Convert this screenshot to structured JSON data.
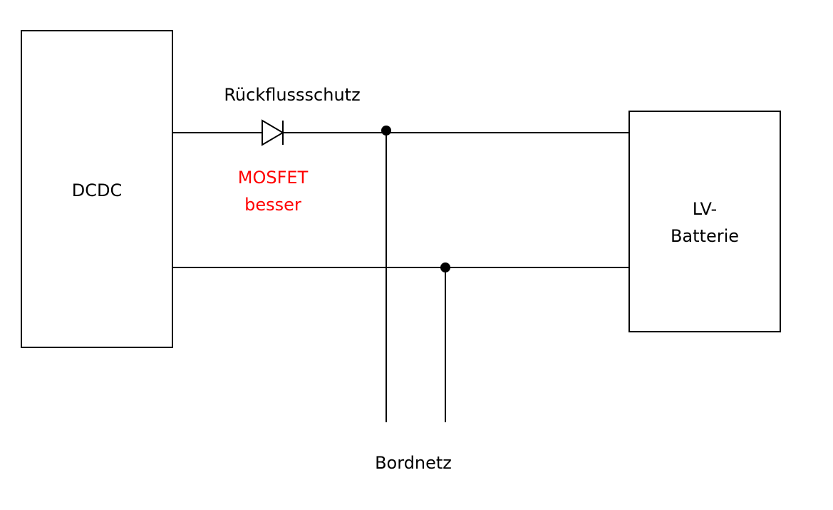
{
  "colors": {
    "line": "#000000",
    "note": "#ff0000",
    "background": "#ffffff"
  },
  "blocks": {
    "dcdc": "DCDC",
    "battery_line1": "LV-",
    "battery_line2": "Batterie"
  },
  "diode": {
    "label": "Rückflussschutz",
    "note_line1": "MOSFET",
    "note_line2": "besser"
  },
  "load": {
    "label": "Bordnetz"
  }
}
